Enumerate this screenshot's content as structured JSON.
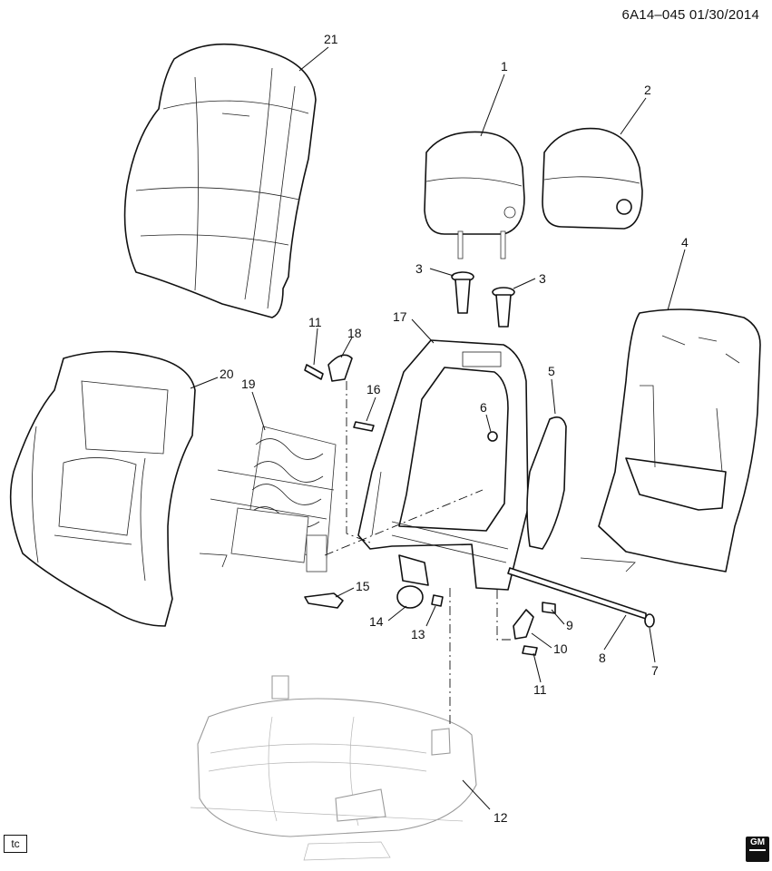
{
  "header": {
    "doc_id": "6A14–045 01/30/2014"
  },
  "callouts": [
    {
      "id": "c1",
      "label": "1"
    },
    {
      "id": "c2",
      "label": "2"
    },
    {
      "id": "c3a",
      "label": "3"
    },
    {
      "id": "c3b",
      "label": "3"
    },
    {
      "id": "c4",
      "label": "4"
    },
    {
      "id": "c5",
      "label": "5"
    },
    {
      "id": "c6",
      "label": "6"
    },
    {
      "id": "c7",
      "label": "7"
    },
    {
      "id": "c8",
      "label": "8"
    },
    {
      "id": "c9",
      "label": "9"
    },
    {
      "id": "c10",
      "label": "10"
    },
    {
      "id": "c11a",
      "label": "11"
    },
    {
      "id": "c11b",
      "label": "11"
    },
    {
      "id": "c12",
      "label": "12"
    },
    {
      "id": "c13",
      "label": "13"
    },
    {
      "id": "c14",
      "label": "14"
    },
    {
      "id": "c15",
      "label": "15"
    },
    {
      "id": "c16",
      "label": "16"
    },
    {
      "id": "c17",
      "label": "17"
    },
    {
      "id": "c18",
      "label": "18"
    },
    {
      "id": "c19",
      "label": "19"
    },
    {
      "id": "c20",
      "label": "20"
    },
    {
      "id": "c21",
      "label": "21"
    }
  ],
  "footer": {
    "tag": "tc",
    "logo_text": "GM"
  }
}
